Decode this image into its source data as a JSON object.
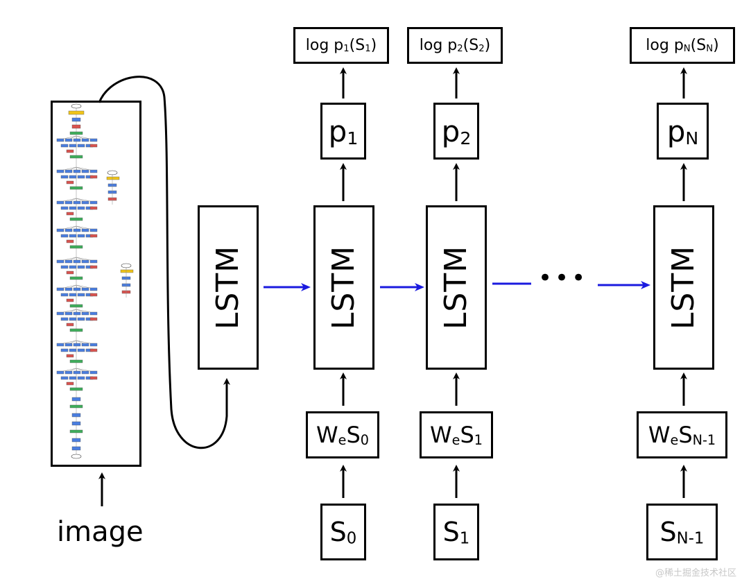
{
  "image_label": "image",
  "lstm_label": "LSTM",
  "ellipsis": "•••",
  "watermark": "@稀土掘金技术社区",
  "steps": [
    {
      "logp": {
        "pre": "log p",
        "sub1": "1",
        "mid": "(S",
        "sub2": "1",
        "post": ")"
      },
      "p": {
        "base": "p",
        "sub": "1"
      },
      "we": {
        "w": "W",
        "e": "e",
        "s": "S",
        "sub": "0"
      },
      "s": {
        "base": "S",
        "sub": "0"
      }
    },
    {
      "logp": {
        "pre": "log p",
        "sub1": "2",
        "mid": "(S",
        "sub2": "2",
        "post": ")"
      },
      "p": {
        "base": "p",
        "sub": "2"
      },
      "we": {
        "w": "W",
        "e": "e",
        "s": "S",
        "sub": "1"
      },
      "s": {
        "base": "S",
        "sub": "1"
      }
    },
    {
      "logp": {
        "pre": "log p",
        "sub1": "N",
        "mid": "(S",
        "sub2": "N",
        "post": ")"
      },
      "p": {
        "base": "p",
        "sub": "N"
      },
      "we": {
        "w": "W",
        "e": "e",
        "s": "S",
        "sub": "N-1"
      },
      "s": {
        "base": "S",
        "sub": "N-1"
      }
    }
  ],
  "colors": {
    "flow_arrow": "#1a1adf",
    "box_border": "#000000",
    "cnn_blue": "#4a7ee0",
    "cnn_red": "#d9534f",
    "cnn_green": "#3fae5c",
    "cnn_yellow": "#f0c419"
  }
}
